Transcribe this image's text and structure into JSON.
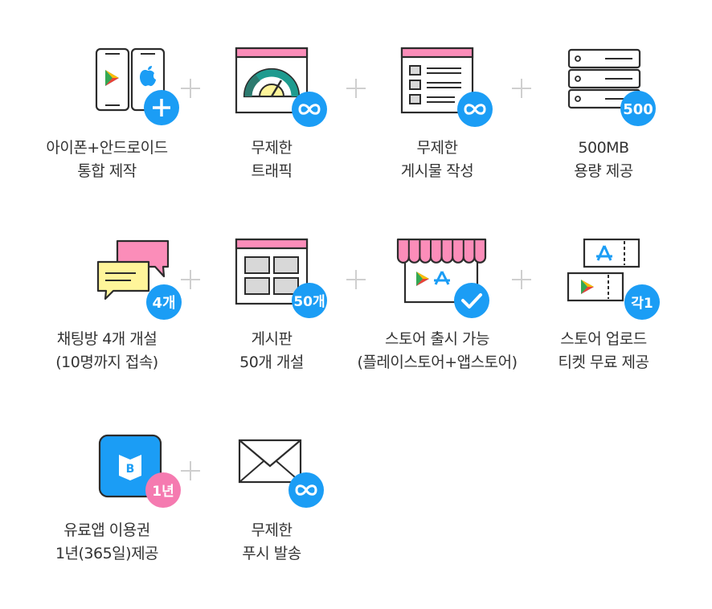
{
  "colors": {
    "blue": "#1b9df5",
    "pink": "#fb8db9",
    "badge_pink": "#f57ab0",
    "yellow": "#fff59a",
    "line": "#2c2c2c",
    "plus": "#cfcfcf"
  },
  "features": [
    {
      "icon": "smartphone-icon",
      "badge_icon": "plus-icon",
      "lines": [
        "아이폰+안드로이드",
        "통합 제작"
      ]
    },
    {
      "icon": "speedometer-icon",
      "badge_icon": "infinity-icon",
      "lines": [
        "무제한",
        "트래픽"
      ]
    },
    {
      "icon": "document-list-icon",
      "badge_icon": "infinity-icon",
      "lines": [
        "무제한",
        "게시물 작성"
      ]
    },
    {
      "icon": "server-icon",
      "badge": "500",
      "lines": [
        "500MB",
        "용량 제공"
      ]
    },
    {
      "icon": "chat-bubbles-icon",
      "badge": "4개",
      "lines": [
        "채팅방 4개 개설",
        "(10명까지 접속)"
      ]
    },
    {
      "icon": "board-grid-icon",
      "badge": "50개",
      "lines": [
        "게시판",
        "50개 개설"
      ]
    },
    {
      "icon": "store-icon",
      "badge_icon": "check-icon",
      "lines": [
        "스토어 출시 가능",
        "(플레이스토어+앱스토어)"
      ]
    },
    {
      "icon": "ticket-icon",
      "badge": "각1",
      "lines": [
        "스토어 업로드",
        "티켓 무료 제공"
      ]
    },
    {
      "icon": "book-app-icon",
      "badge": "1년",
      "app_letter": "B",
      "lines": [
        "유료앱 이용권",
        "1년(365일)제공"
      ]
    },
    {
      "icon": "envelope-icon",
      "badge_icon": "infinity-icon",
      "lines": [
        "무제한",
        "푸시 발송"
      ]
    }
  ]
}
